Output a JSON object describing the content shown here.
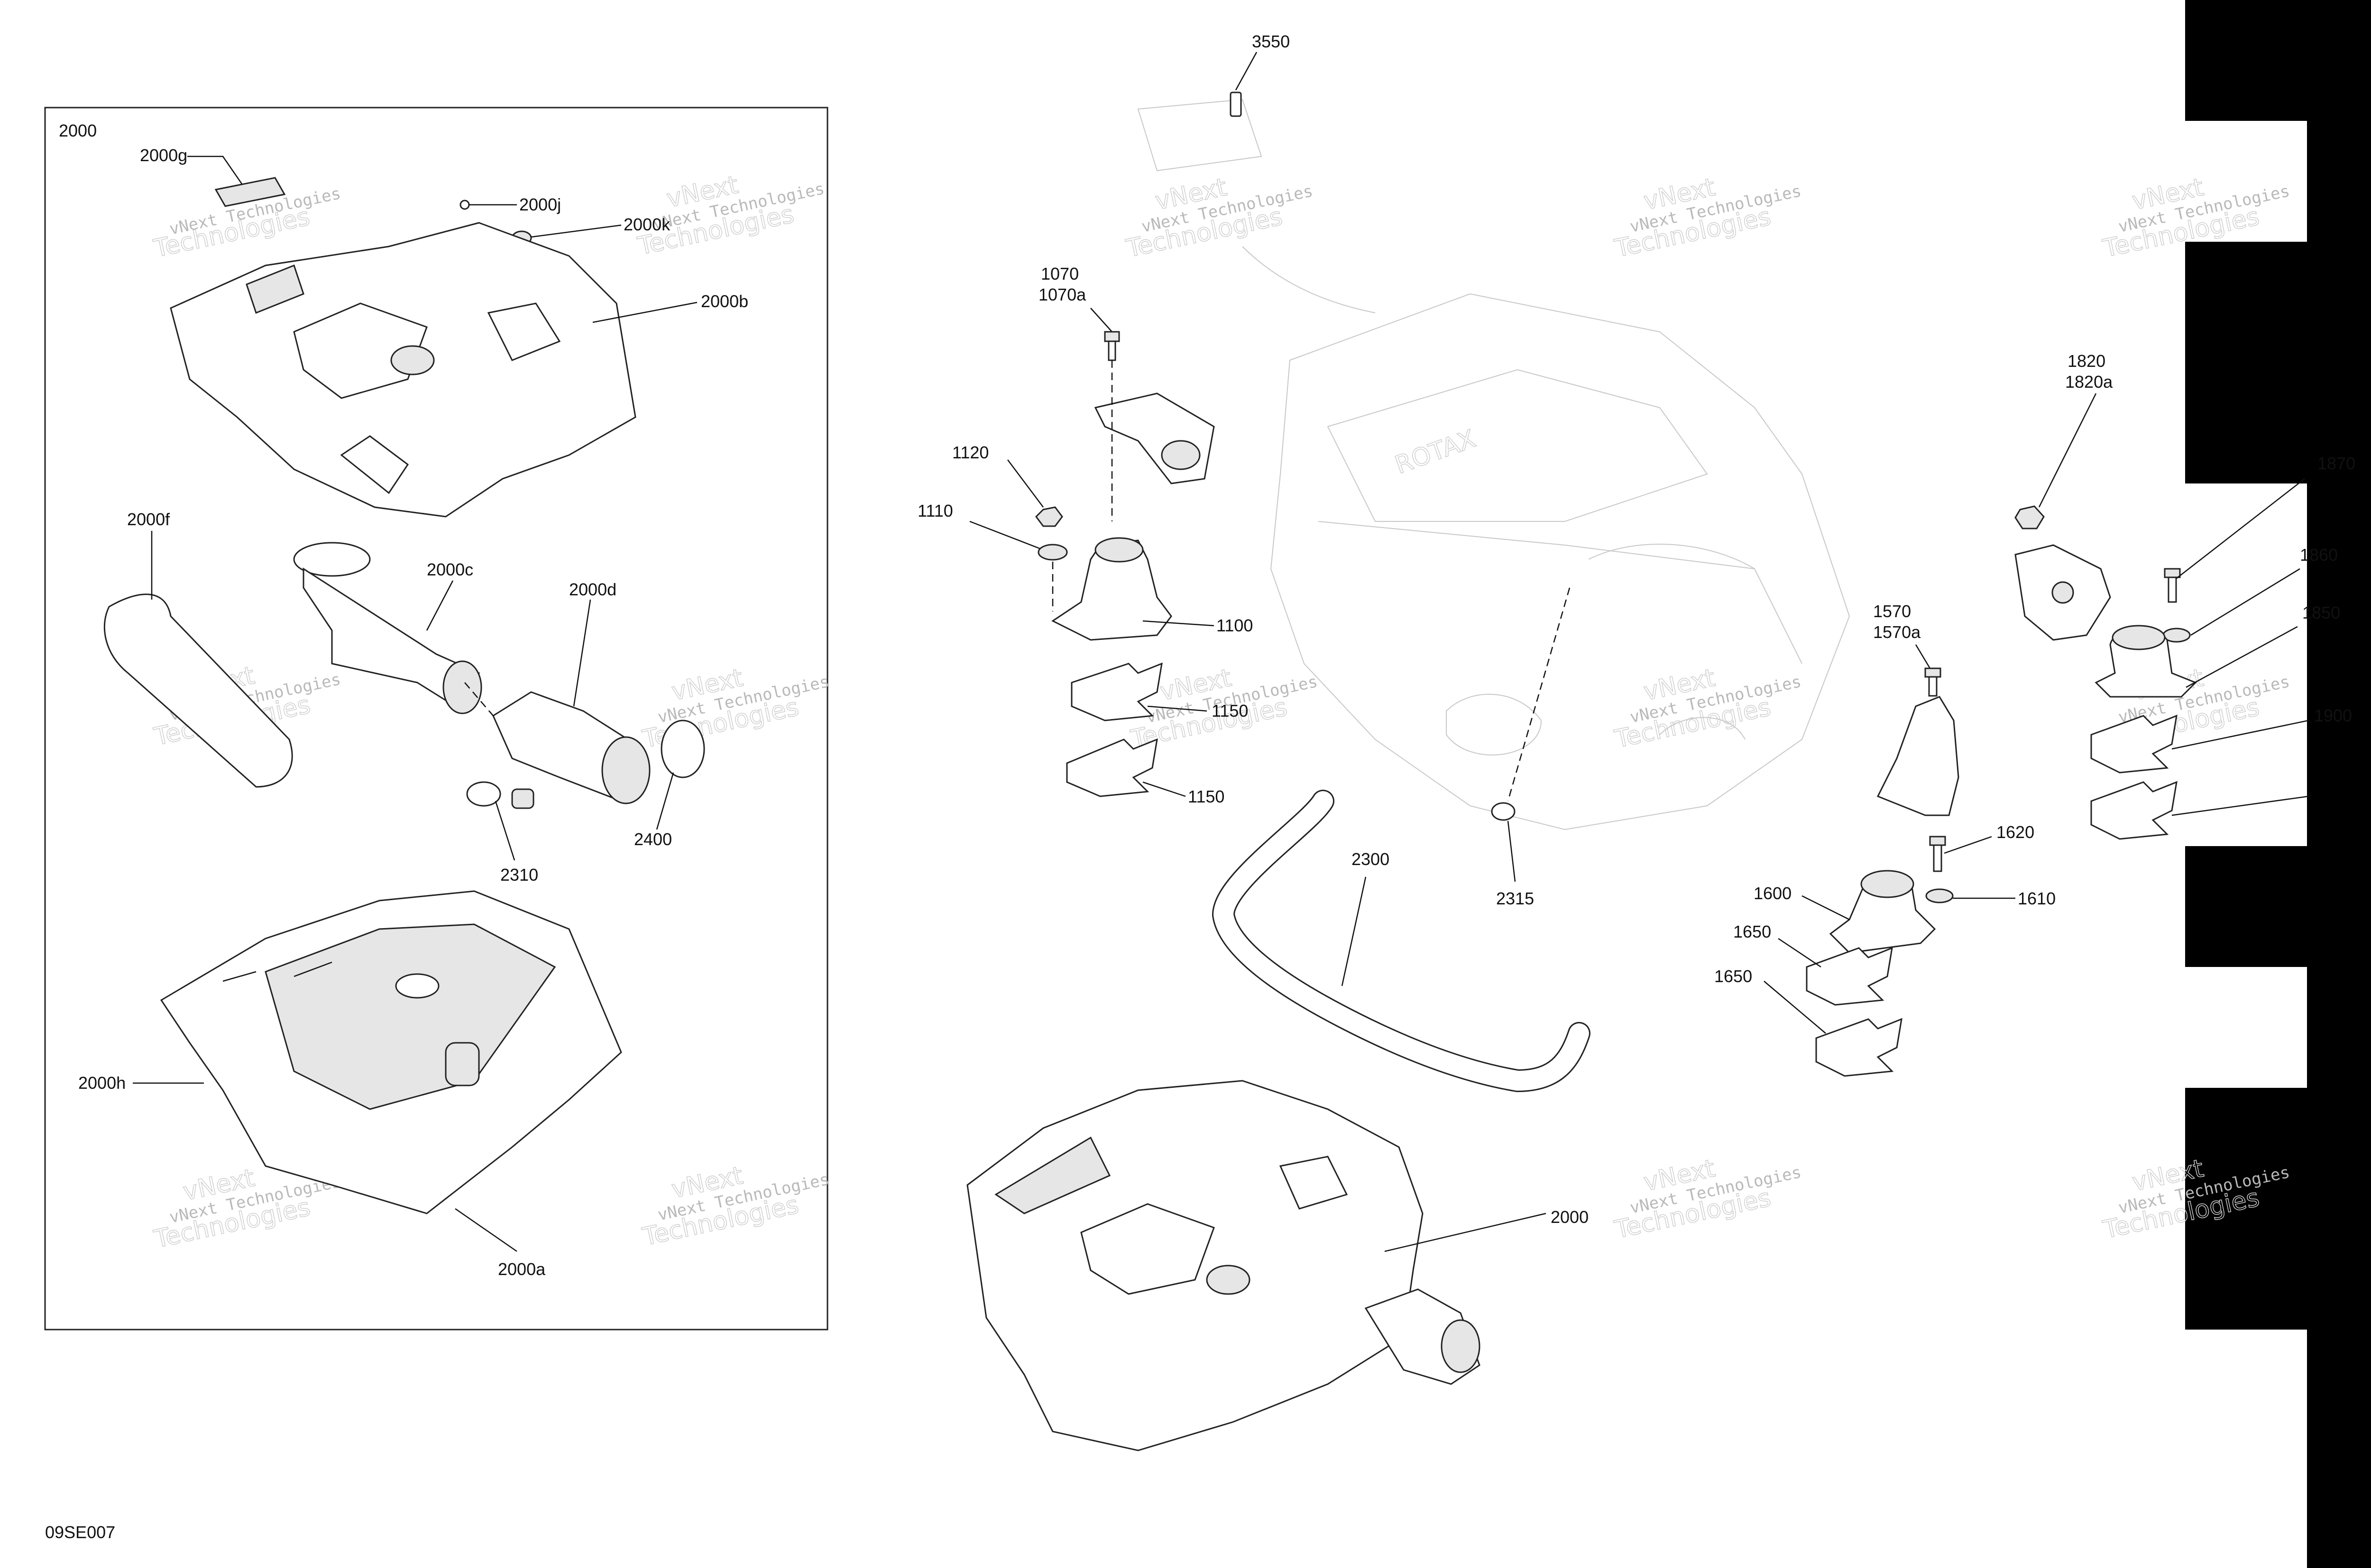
{
  "diagram_code": "09SE007",
  "box_title": "2000",
  "watermark": {
    "line1": "vNext Technologies",
    "line2": "vNext",
    "line3": "Technologies"
  },
  "callouts": {
    "c2000g": "2000g",
    "c2000j": "2000j",
    "c2000k": "2000k",
    "c2000b": "2000b",
    "c2000f": "2000f",
    "c2000c": "2000c",
    "c2000d": "2000d",
    "c2400": "2400",
    "c2310": "2310",
    "c2000h": "2000h",
    "c2000a": "2000a",
    "c3550": "3550",
    "c1070": "1070",
    "c1070a": "1070a",
    "c1120": "1120",
    "c1110": "1110",
    "c1100": "1100",
    "c1150a": "1150",
    "c1150b": "1150",
    "c2300": "2300",
    "c2315": "2315",
    "c2000": "2000",
    "c1820": "1820",
    "c1820a": "1820a",
    "c1870": "1870",
    "c1860": "1860",
    "c1850": "1850",
    "c1570": "1570",
    "c1570a": "1570a",
    "c1900": "1900",
    "c1620": "1620",
    "c1600": "1600",
    "c1610": "1610",
    "c1650a": "1650",
    "c1650b": "1650"
  }
}
